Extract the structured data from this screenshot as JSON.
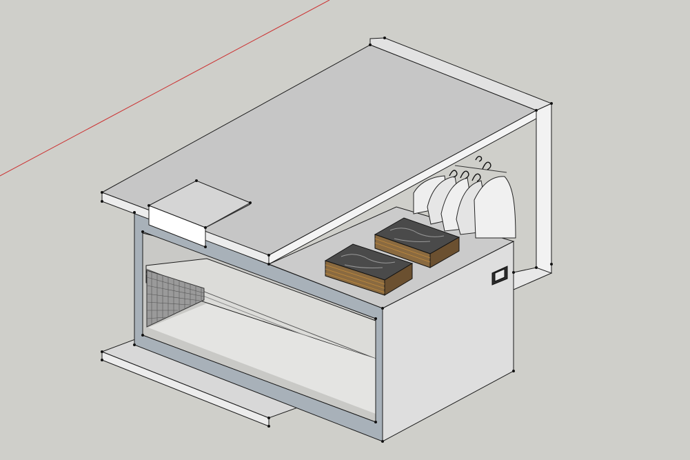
{
  "app": {
    "view": "3d-model-viewport"
  },
  "scene": {
    "background_color": "#cfcfca",
    "axis_color": "#cc3333",
    "model": "display-counter",
    "components": [
      "counter-top",
      "base-plinth",
      "open-frame-shelf",
      "mesh-panel",
      "pedestal-cabinet",
      "folded-shirt-stack-1",
      "folded-shirt-stack-2",
      "hanging-garment-rail",
      "cash-drawer-box",
      "wall-socket"
    ],
    "colors": {
      "top_face": "#c4c4c4",
      "front_face": "#e6e6e6",
      "side_face": "#d9d9d9",
      "frame": "#a8b1b9",
      "stack_dark": "#4a4a4a",
      "stack_edge": "#c08a3d"
    }
  }
}
